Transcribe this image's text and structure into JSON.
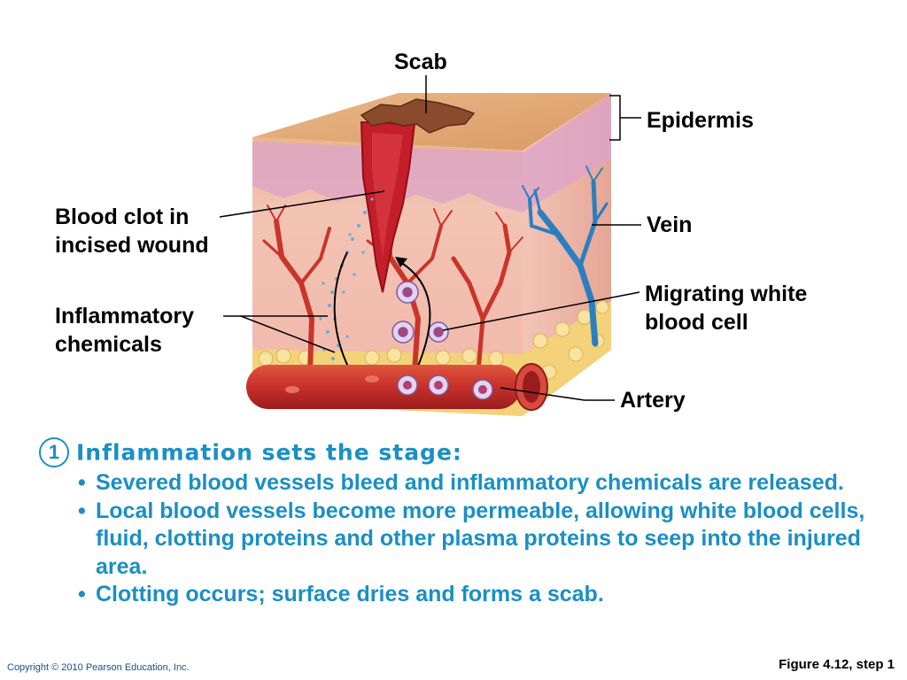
{
  "labels": {
    "scab": "Scab",
    "epidermis": "Epidermis",
    "blood_clot": [
      "Blood clot in",
      "incised wound"
    ],
    "vein": "Vein",
    "migrating_wbc": [
      "Migrating white",
      "blood cell"
    ],
    "inflammatory": [
      "Inflammatory",
      "chemicals"
    ],
    "artery": "Artery"
  },
  "step": {
    "number": "1",
    "heading": "Inflammation sets the stage:",
    "bullets": [
      "Severed blood vessels bleed and inflammatory chemicals are released.",
      "Local blood vessels become more permeable, allowing white blood cells, fluid, clotting proteins and other plasma proteins to seep into the injured area.",
      "Clotting occurs; surface dries and forms a scab."
    ]
  },
  "footer": {
    "copyright": "Copyright © 2010 Pearson Education, Inc.",
    "figure": "Figure 4.12, step 1"
  },
  "colors": {
    "text_accent": "#1a8fc4",
    "skin": "#f2b6a8",
    "epidermis_top": "#e6b07a",
    "blood": "#c41e2a",
    "vein": "#2a7fc0"
  }
}
